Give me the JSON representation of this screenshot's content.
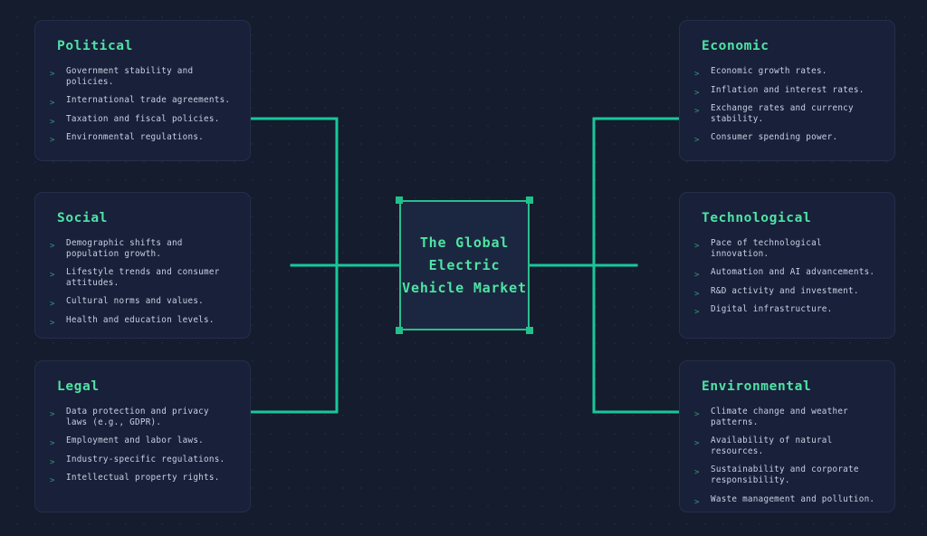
{
  "diagram": {
    "type": "pestle-mind-map",
    "center": {
      "label": "The Global\nElectric\nVehicle Market",
      "selected": true
    },
    "colors": {
      "background": "#141c2e",
      "grid_dot": "#1e2840",
      "card_fill": "#19203a",
      "card_border": "#252e4c",
      "title_green": "#4fe3a4",
      "body_text": "#c6d1e1",
      "bullet_marker": "#2e9e71",
      "connector": "#18c79a",
      "node_fill": "#1b2740",
      "node_border": "#2bbd8e",
      "handle": "#22c08a"
    },
    "bullet_glyph": ">",
    "cards": [
      {
        "id": "political",
        "side": "left",
        "title": "Political",
        "bullets": [
          "Government stability and policies.",
          "International trade agreements.",
          "Taxation and fiscal policies.",
          "Environmental regulations."
        ]
      },
      {
        "id": "social",
        "side": "left",
        "title": "Social",
        "bullets": [
          "Demographic shifts and population growth.",
          "Lifestyle trends and consumer attitudes.",
          "Cultural norms and values.",
          "Health and education levels."
        ]
      },
      {
        "id": "legal",
        "side": "left",
        "title": "Legal",
        "bullets": [
          "Data protection and privacy laws (e.g., GDPR).",
          "Employment and labor laws.",
          "Industry-specific regulations.",
          "Intellectual property rights."
        ]
      },
      {
        "id": "economic",
        "side": "right",
        "title": "Economic",
        "bullets": [
          "Economic growth rates.",
          "Inflation and interest rates.",
          "Exchange rates and currency stability.",
          "Consumer spending power."
        ]
      },
      {
        "id": "technological",
        "side": "right",
        "title": "Technological",
        "bullets": [
          "Pace of technological innovation.",
          "Automation and AI advancements.",
          "R&D activity and investment.",
          "Digital infrastructure."
        ]
      },
      {
        "id": "environmental",
        "side": "right",
        "title": "Environmental",
        "bullets": [
          "Climate change and weather patterns.",
          "Availability of natural resources.",
          "Sustainability and corporate responsibility.",
          "Waste management and pollution."
        ]
      }
    ]
  }
}
